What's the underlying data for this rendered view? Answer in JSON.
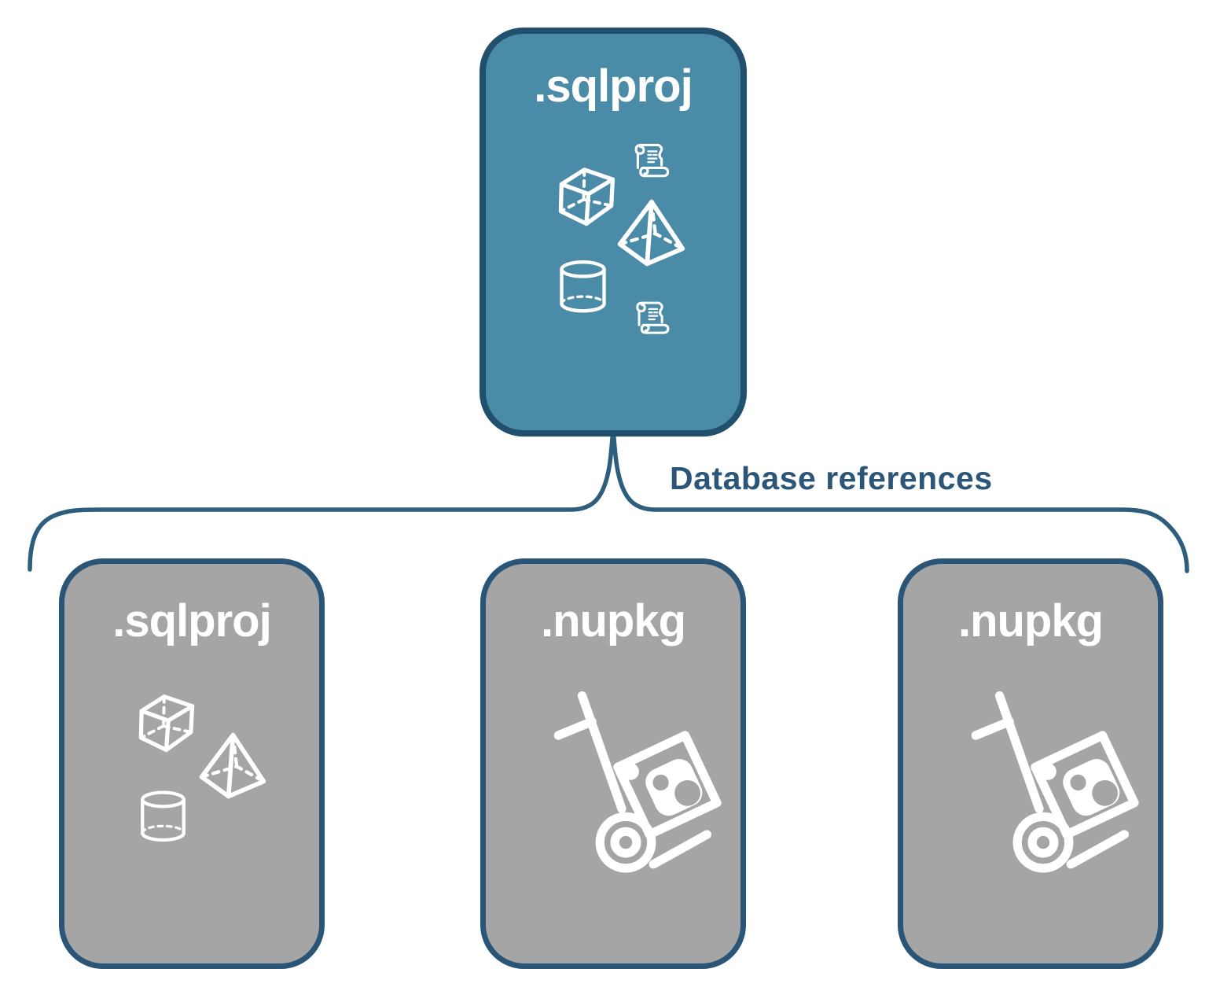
{
  "root_node": {
    "label": ".sqlproj",
    "icons": [
      "cube-icon",
      "script-scroll-icon",
      "pyramid-icon",
      "cylinder-icon",
      "script-scroll-icon"
    ]
  },
  "connector": {
    "label": "Database references"
  },
  "children": [
    {
      "label": ".sqlproj",
      "icons": [
        "cube-icon",
        "pyramid-icon",
        "cylinder-icon"
      ]
    },
    {
      "label": ".nupkg",
      "icons": [
        "nuget-package-icon"
      ]
    },
    {
      "label": ".nupkg",
      "icons": [
        "nuget-package-icon"
      ]
    }
  ],
  "colors": {
    "background": "#FFFFFF",
    "root_fill": "#4A8BA8",
    "root_border": "#20506D",
    "child_fill": "#A5A5A5",
    "child_border": "#2A5577",
    "brace_stroke": "#2D5E7E",
    "connector_label_color": "#2C5677",
    "node_label_color": "#FFFFFF",
    "icon_stroke": "#FFFFFF"
  }
}
